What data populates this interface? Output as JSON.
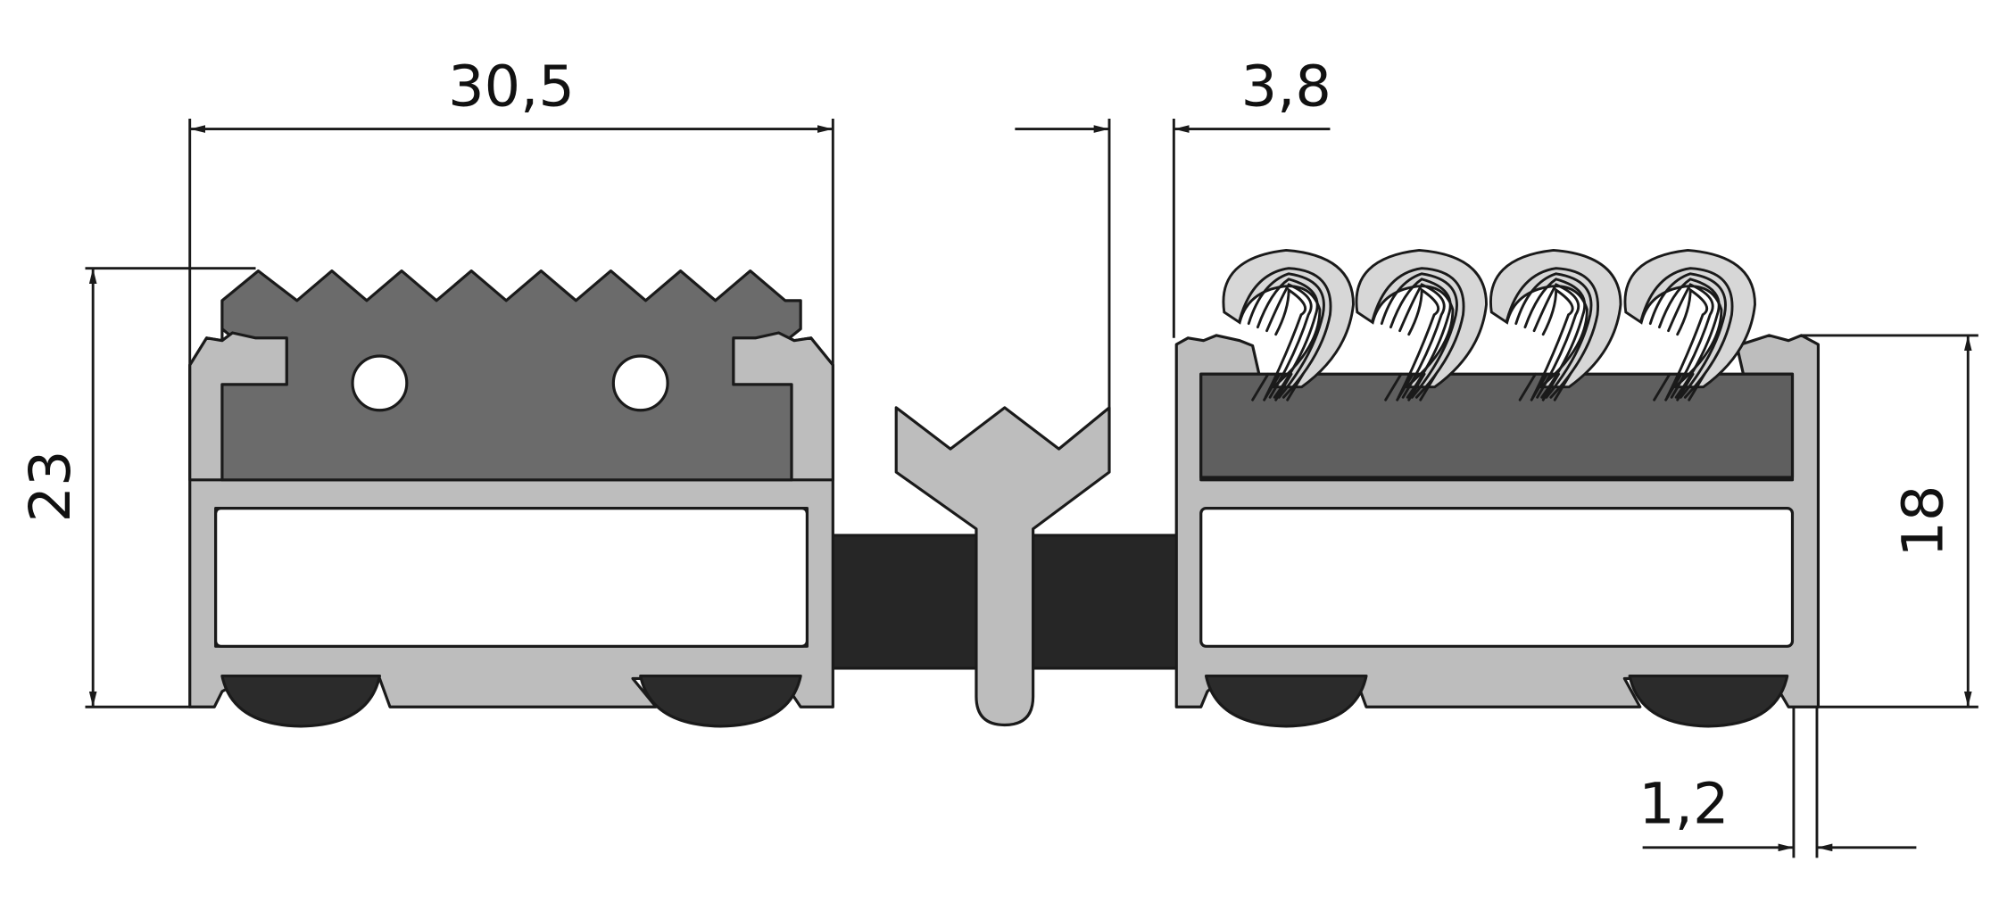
{
  "dimensions": {
    "top_width": "30,5",
    "gap_width": "3,8",
    "total_height": "23",
    "profile_height": "18",
    "lip_width": "1,2"
  },
  "colors": {
    "aluminum": "#bdbdbd",
    "rubber_insert": "#6b6b6b",
    "textile_base": "#5f5f5f",
    "connector": "#262626",
    "foot": "#2b2b2b",
    "fiber": "#d7d7d7",
    "line": "#1a1a1a"
  }
}
